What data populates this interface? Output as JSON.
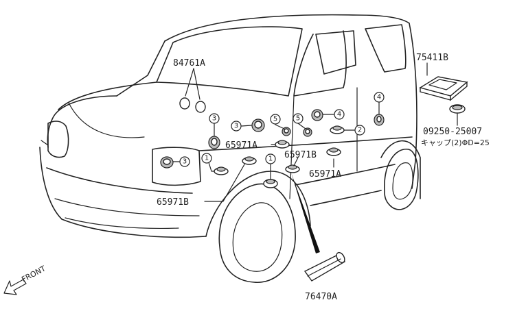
{
  "labels": {
    "p84761A": "84761A",
    "p75411B": "75411B",
    "p09250": "09250-25007",
    "cap_note": "キャップ(2)ΦD=25",
    "p65971A_1": "65971A",
    "p65971B_1": "65971B",
    "p65971A_2": "65971A",
    "p65971B_2": "65971B",
    "p76470A": "76470A",
    "front": "FRONT"
  },
  "callouts": {
    "c1": "3",
    "c2": "3",
    "c3": "5",
    "c4": "5",
    "c5": "4",
    "c6": "4",
    "c7": "2",
    "c8": "3",
    "c9": "1",
    "c10": "1"
  }
}
